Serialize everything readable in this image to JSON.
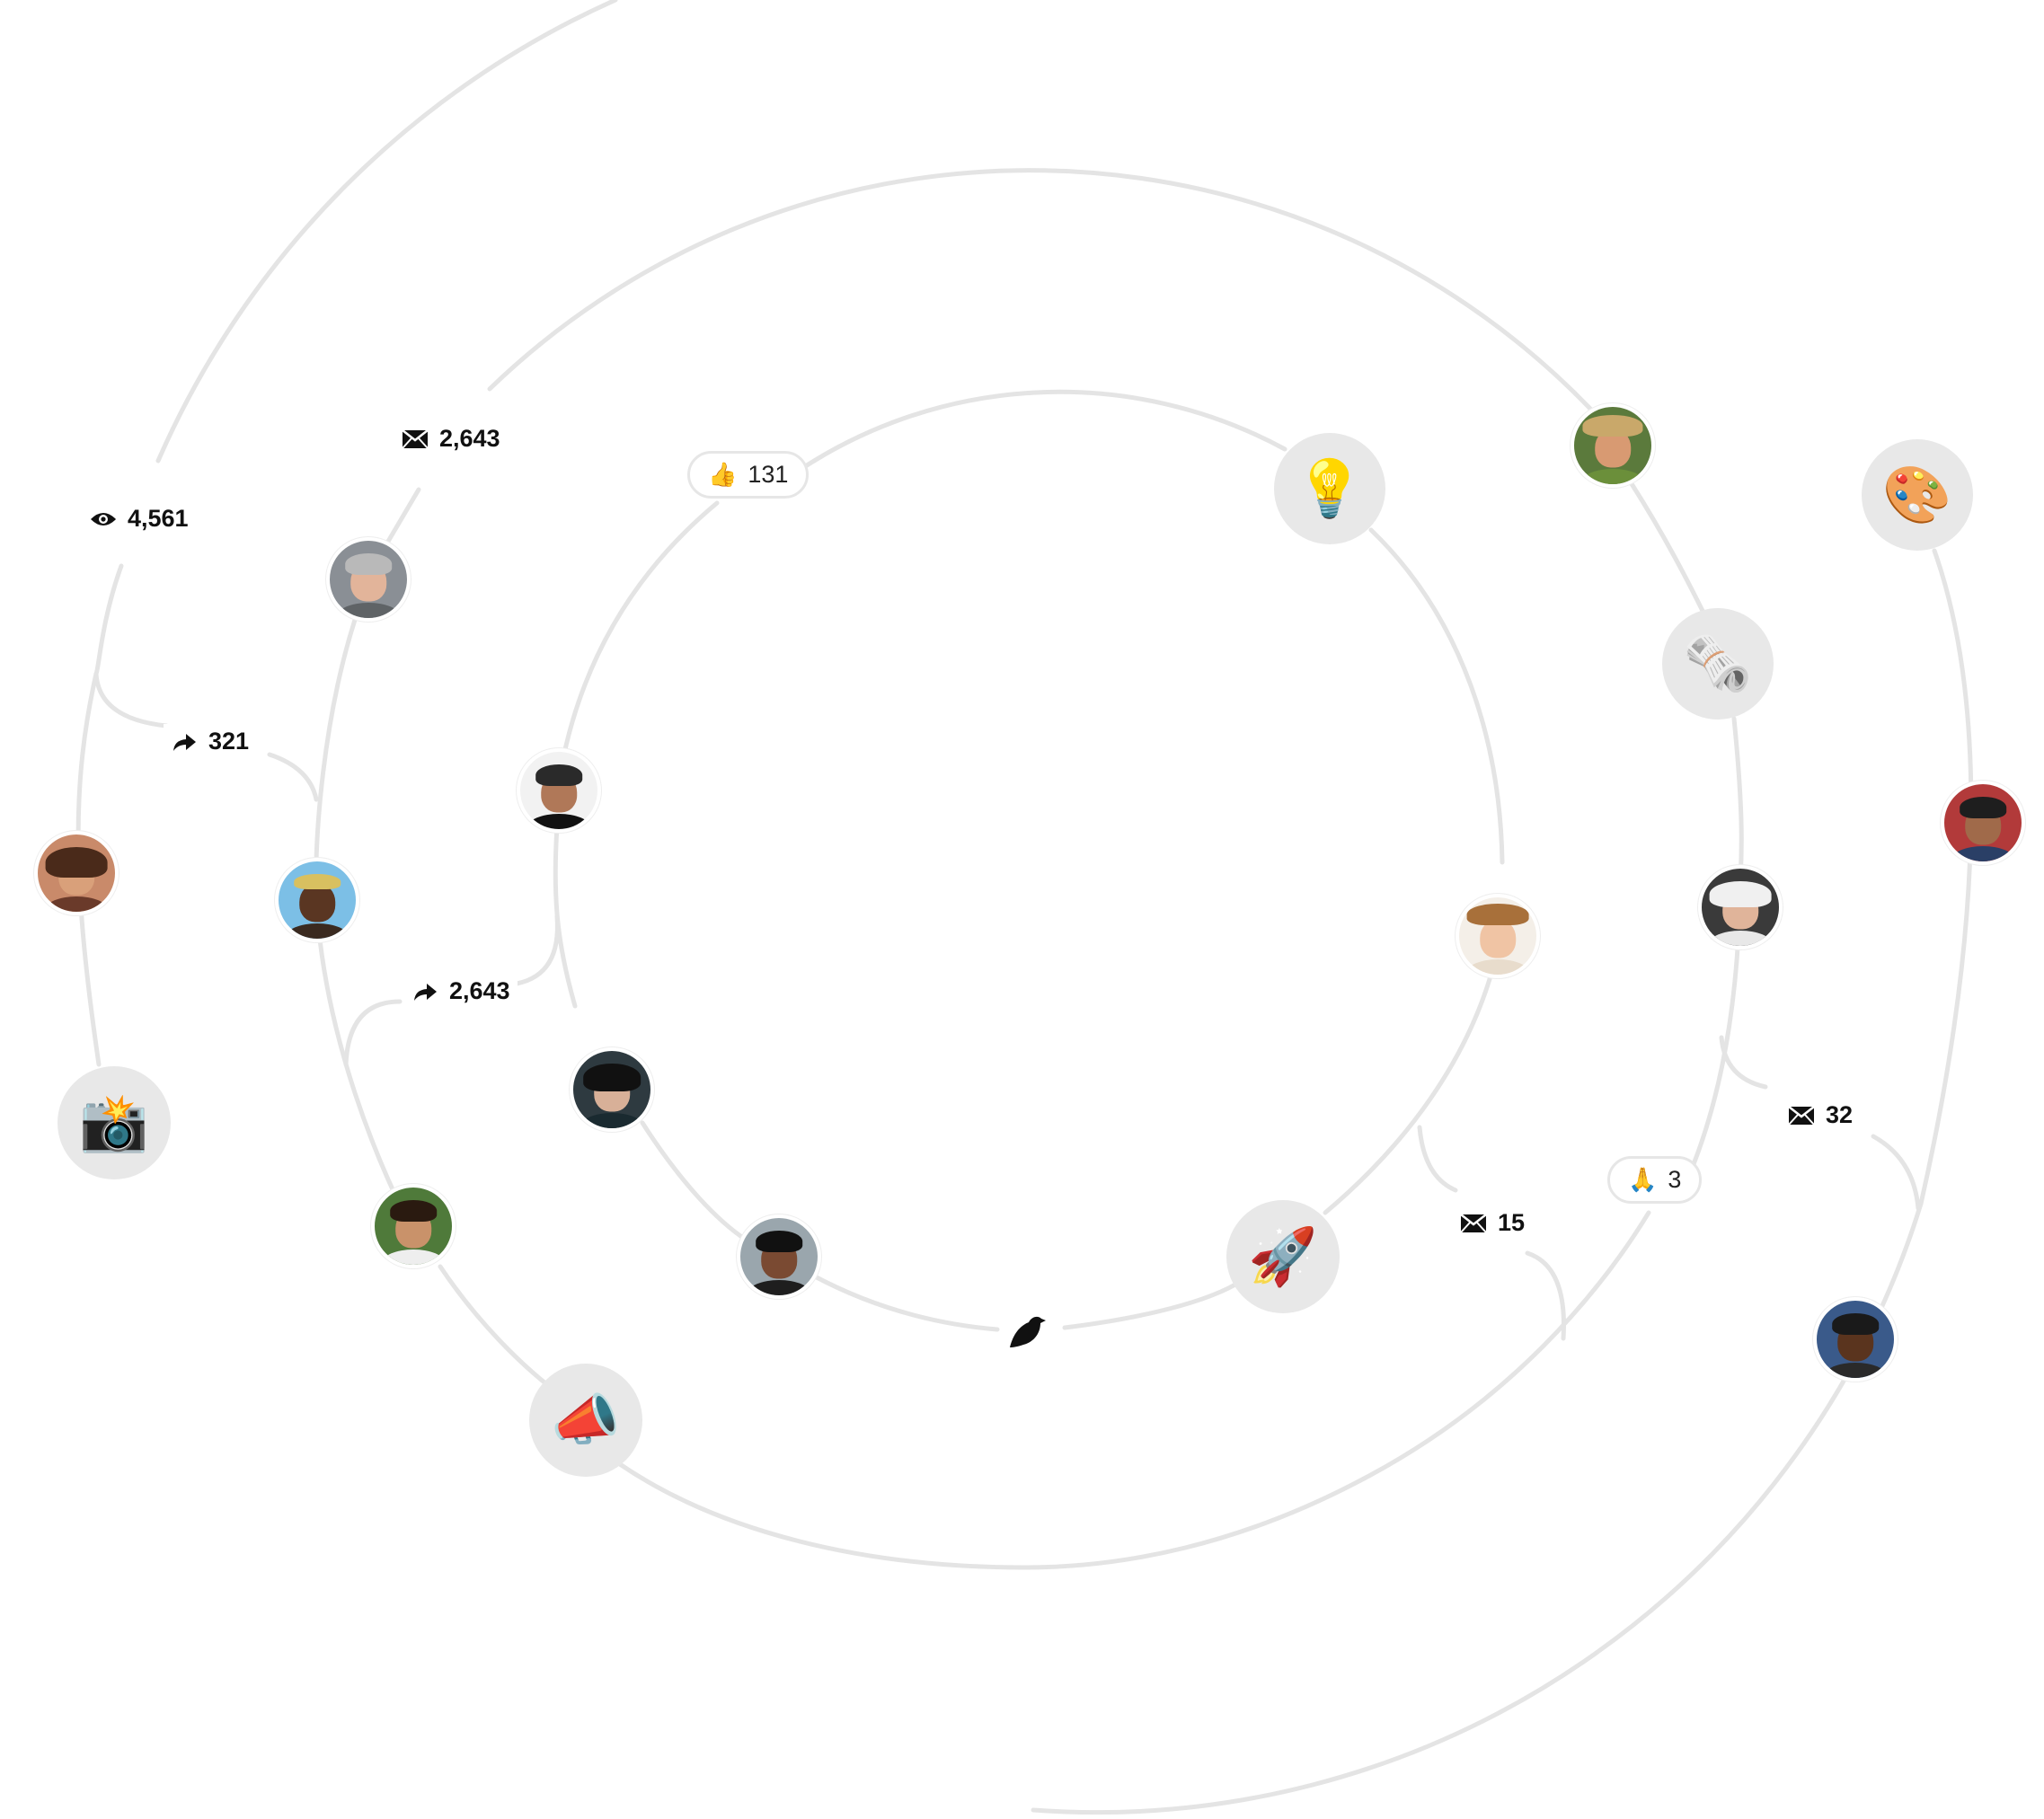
{
  "nodes": {
    "emoji": {
      "lightbulb": "💡",
      "palette": "🎨",
      "newspaper": "🗞️",
      "camera": "📸",
      "rocket": "🚀",
      "megaphone": "📣"
    }
  },
  "stats": {
    "views": {
      "icon": "eye-icon",
      "value": "4,561"
    },
    "mail_top": {
      "icon": "envelope-icon",
      "value": "2,643"
    },
    "likes": {
      "icon": "thumbs-up-icon",
      "emoji": "👍",
      "value": "131"
    },
    "shares_small": {
      "icon": "share-arrow-icon",
      "value": "321"
    },
    "shares_large": {
      "icon": "share-arrow-icon",
      "value": "2,643"
    },
    "mail_32": {
      "icon": "envelope-icon",
      "value": "32"
    },
    "prayers": {
      "icon": "folded-hands-icon",
      "emoji": "🙏",
      "value": "3"
    },
    "mail_15": {
      "icon": "envelope-icon",
      "value": "15"
    }
  },
  "center": {
    "icon": "bird-icon"
  },
  "colors": {
    "ring": "#e4e4e4",
    "node_bg": "#e8e8e8",
    "text": "#111111"
  }
}
